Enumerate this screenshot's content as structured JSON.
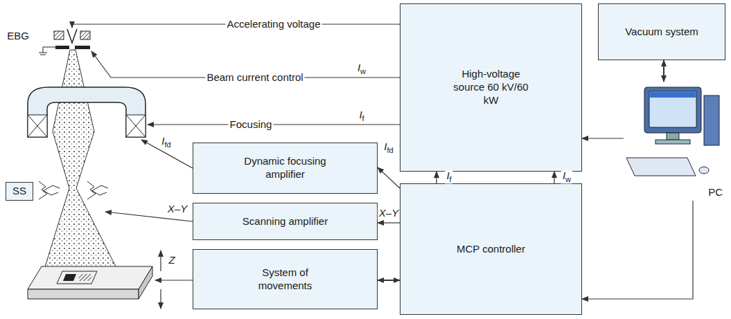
{
  "diagram": {
    "nodes": [
      {
        "text": [
          "High-voltage source 60 kV/60 kW"
        ]
      },
      {
        "text": [
          "Vacuum system"
        ]
      },
      {
        "text": [
          "Dynamic focusing amplifier"
        ]
      },
      {
        "text": [
          "Scanning amplifier"
        ]
      },
      {
        "text": [
          "MCP controller"
        ]
      },
      {
        "text": [
          "System of movements"
        ]
      },
      {
        "text": [
          "SS"
        ]
      },
      {
        "text": [
          "PC"
        ]
      }
    ],
    "edges": [
      {
        "from": 4,
        "to": 0,
        "arrow": "to",
        "label": "If"
      },
      {
        "from": 4,
        "to": 0,
        "arrow": "to",
        "label": "Iw"
      },
      {
        "from": 4,
        "to": 2,
        "arrow": "to",
        "label": "Ifd"
      },
      {
        "from": 4,
        "to": 3,
        "arrow": "to",
        "label": "X–Y"
      },
      {
        "from": 4,
        "to": 5,
        "arrow": "both"
      },
      {
        "from": 7,
        "to": 0,
        "arrow": "to"
      },
      {
        "from": 1,
        "to": 7,
        "arrow": "both"
      },
      {
        "from": 7,
        "to": 4,
        "arrow": "to"
      }
    ],
    "labels": [
      "Accelerating voltage",
      "EBG",
      "Beam current control",
      "Iw",
      "Focusing",
      "If",
      "Ifd",
      "X–Y",
      "Z"
    ]
  }
}
